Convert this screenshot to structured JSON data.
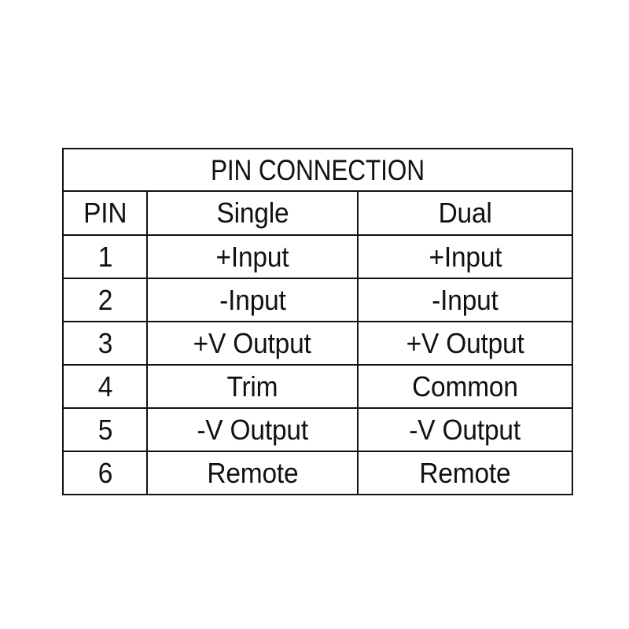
{
  "table": {
    "title": "PIN CONNECTION",
    "columns": [
      {
        "key": "pin",
        "label": "PIN"
      },
      {
        "key": "single",
        "label": "Single"
      },
      {
        "key": "dual",
        "label": "Dual"
      }
    ],
    "rows": [
      {
        "pin": "1",
        "single": "+Input",
        "dual": "+Input"
      },
      {
        "pin": "2",
        "single": "-Input",
        "dual": "-Input"
      },
      {
        "pin": "3",
        "single": "+V Output",
        "dual": "+V Output"
      },
      {
        "pin": "4",
        "single": "Trim",
        "dual": "Common"
      },
      {
        "pin": "5",
        "single": "-V Output",
        "dual": "-V Output"
      },
      {
        "pin": "6",
        "single": "Remote",
        "dual": "Remote"
      }
    ]
  },
  "colors": {
    "background": "#ffffff",
    "line": "#111111",
    "text": "#111111"
  }
}
